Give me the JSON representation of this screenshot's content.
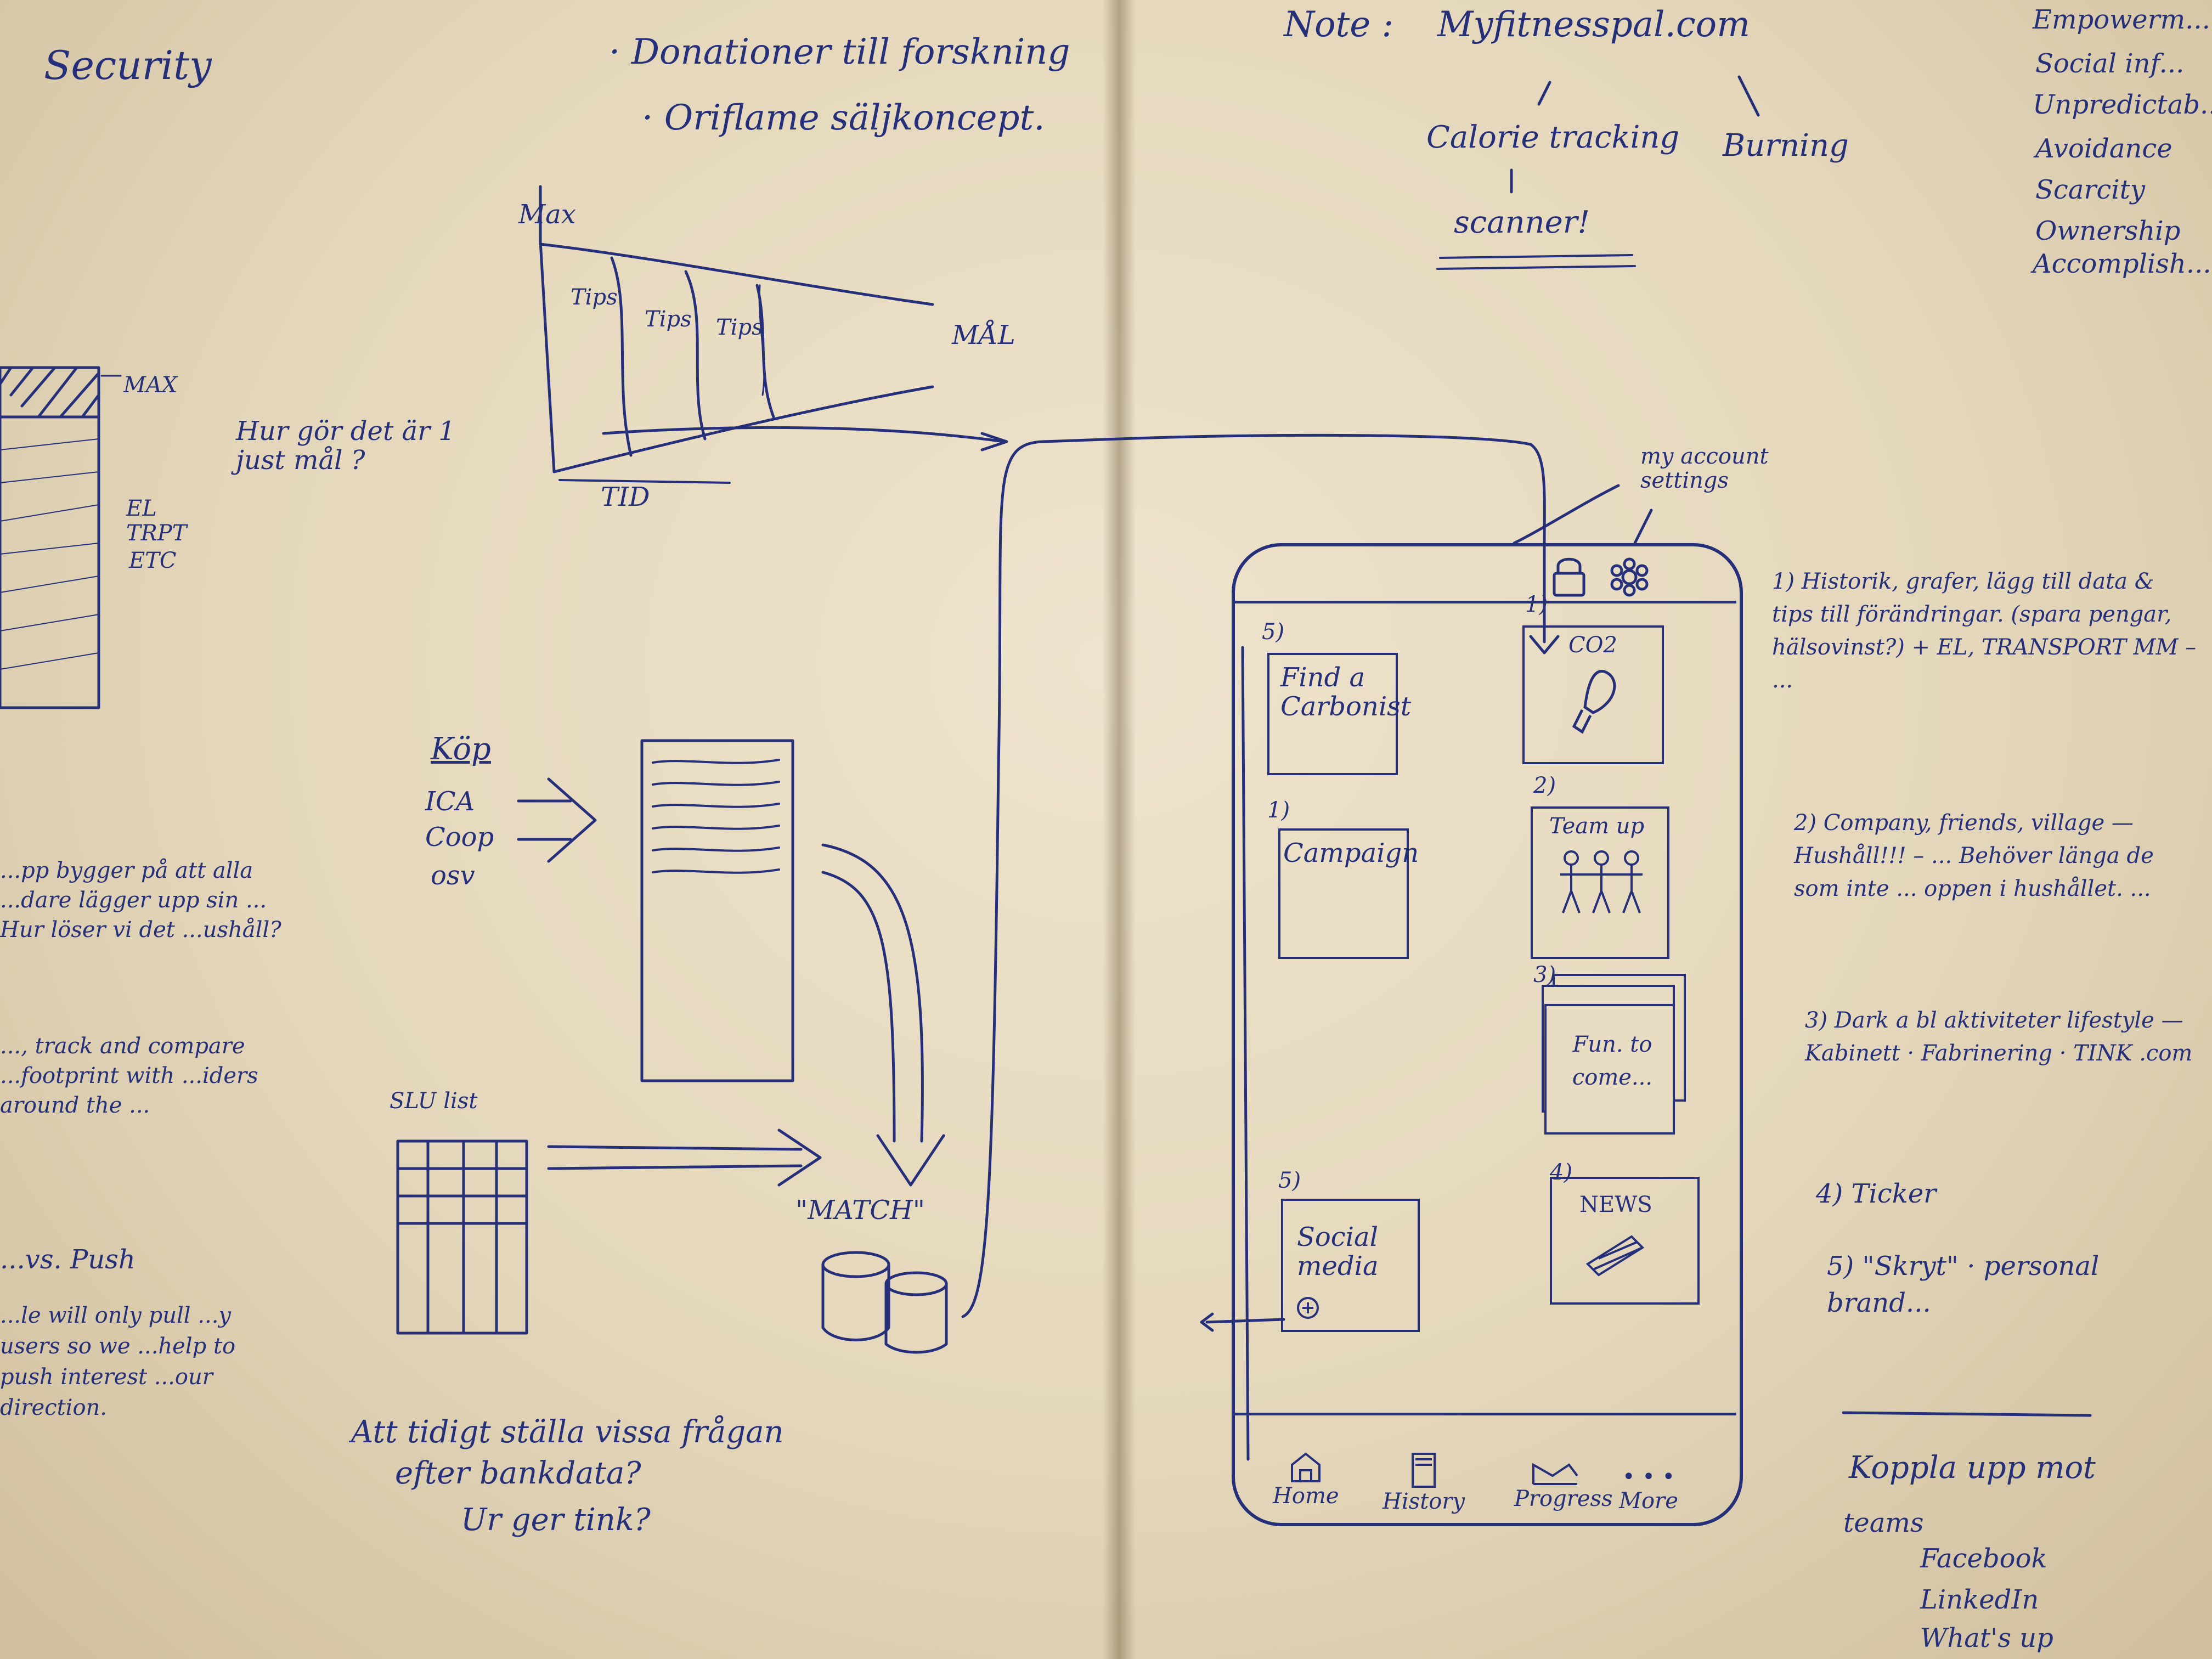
{
  "left_page": {
    "header": {
      "security": "Security",
      "bullet_1": "· Donationer till forskning",
      "bullet_2": "· Oriflame säljkoncept."
    },
    "bar_chart_labels": {
      "max": "MAX",
      "el": "EL",
      "trpt": "TRPT",
      "etc": "ETC"
    },
    "funnel": {
      "y_label": "Max",
      "goal_label": "MÅL",
      "x_label": "TID",
      "step_label": "Tips",
      "question": "Hur gör det är 1 just mål ?"
    },
    "purchase": {
      "title": "Köp",
      "stores": [
        "ICA",
        "Coop",
        "osv"
      ],
      "list_label": "SLU list",
      "match_label": "\"MATCH\""
    },
    "side_notes": {
      "note_1": "...pp bygger på att alla ...dare lägger upp sin ... Hur löser vi det ...ushåll?",
      "note_2": "..., track and compare ...footprint with ...iders around the ...",
      "note_3": "...vs. Push",
      "note_4": "...le will only pull ...y users so we ...help to push interest ...our direction."
    },
    "bottom_question": {
      "line_1": "Att tidigt ställa vissa frågan",
      "line_2": "efter bankdata?",
      "line_3": "Ur ger tink?"
    }
  },
  "right_page": {
    "note": {
      "label": "Note :",
      "site": "Myfitnesspal.com",
      "branch_1": "Calorie tracking",
      "branch_2": "Burning",
      "scanner": "scanner!"
    },
    "corner_list": [
      "Empowerm...",
      "Social inf...",
      "Unpredictab...",
      "Avoidance",
      "Scarcity",
      "Ownership",
      "Accomplish..."
    ],
    "phone": {
      "annotation": "my account settings",
      "tiles": [
        {
          "number": "5)",
          "label": "Find a Carbonist"
        },
        {
          "number": "1)",
          "label": "CO2"
        },
        {
          "number": "1)",
          "label": "Campaign"
        },
        {
          "number": "2)",
          "label": "Team up"
        },
        {
          "number": "3)",
          "label": "Fun. to come..."
        },
        {
          "number": "5)",
          "label": "Social media"
        },
        {
          "number": "4)",
          "label": "NEWS"
        }
      ],
      "tabs": [
        "Home",
        "History",
        "Progress",
        "More"
      ]
    },
    "notes": {
      "n1": "1) Historik, grafer, lägg till data & tips till förändringar. (spara pengar, hälsovinst?) + EL, TRANSPORT MM – ...",
      "n2": "2) Company, friends, village — Hushåll!!! – ... Behöver länga de som inte ... oppen i hushållet. ...",
      "n3": "3) Dark a bl aktiviteter lifestyle — Kabinett · Fabrinering · TINK .com",
      "n4": "4) Ticker",
      "n5": "5) \"Skryt\" · personal brand...",
      "connect_title": "Koppla upp mot",
      "connect_sub": "teams",
      "connect_items": [
        "Facebook",
        "LinkedIn",
        "What's up"
      ]
    }
  }
}
